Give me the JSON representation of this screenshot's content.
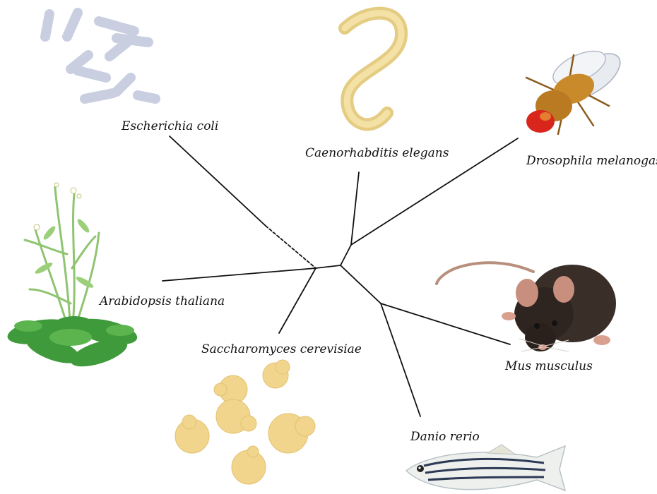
{
  "organisms": {
    "ecoli": "Escherichia coli",
    "celegans": "Caenorhabditis elegans",
    "drosophila": "Drosophila melanogaster",
    "arabidopsis": "Arabidopsis thaliana",
    "mus": "Mus musculus",
    "yeast": "Saccharomyces cerevisiae",
    "danio": "Danio rerio"
  },
  "colors": {
    "branch": "#111111",
    "bacteria": "#c9cfe0",
    "worm": "#ecd794",
    "fly_body": "#c98a2b",
    "fly_eye": "#d8261c",
    "plant_leaf": "#3e9a3a",
    "plant_stem": "#8fc471",
    "mouse": "#3a2e28",
    "yeast": "#f1d58c",
    "fish_stripe": "#2d3a55"
  }
}
